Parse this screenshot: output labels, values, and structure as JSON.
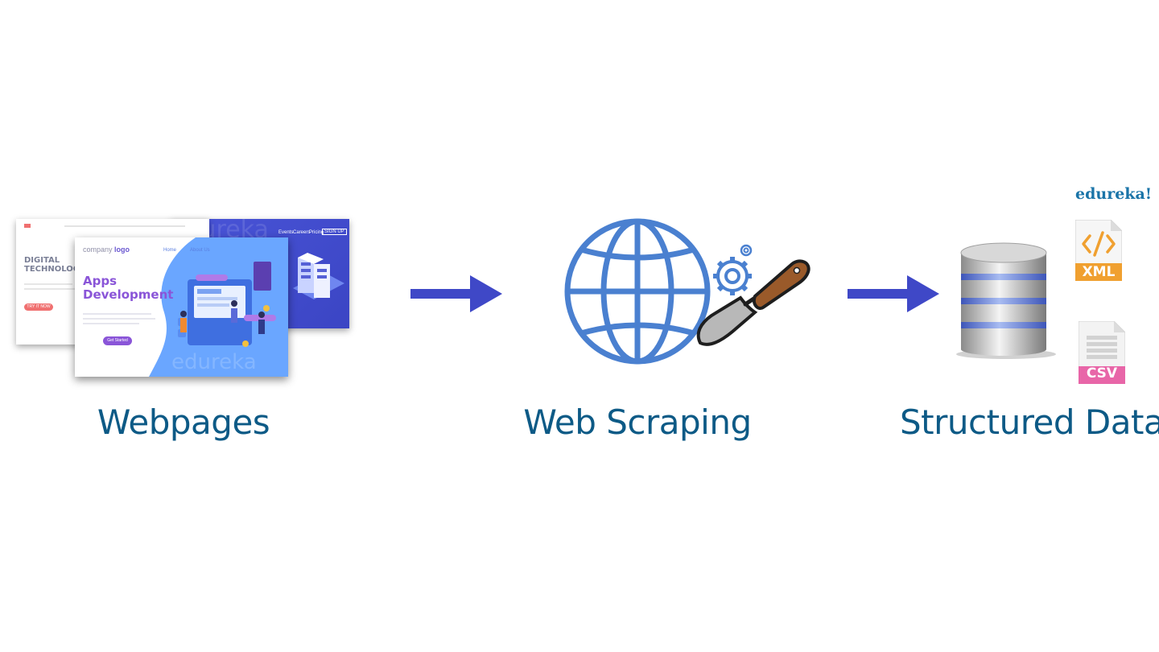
{
  "brand": {
    "name": "edureka!"
  },
  "colors": {
    "arrow": "#3f48c7",
    "globe": "#4a80d0",
    "caption": "#0d5a86",
    "xml": "#f0a030",
    "csv": "#e866a8"
  },
  "steps": [
    {
      "caption": "Webpages"
    },
    {
      "caption": "Web Scraping"
    },
    {
      "caption": "Structured Data"
    }
  ],
  "webpage_mockups": {
    "back_page": {
      "heading": "DIGITAL TECHNOLOGY",
      "button": "TRY IT NOW"
    },
    "front_page": {
      "logo_prefix": "company",
      "logo_word": "logo",
      "nav": [
        "Home",
        "About Us"
      ],
      "headline_line1": "Apps",
      "headline_line2": "Development",
      "cta": "Get Started",
      "watermark": "edureka"
    },
    "right_page": {
      "nav": [
        "Events",
        "Careers",
        "Pricing"
      ],
      "cta": "SIGN UP",
      "watermark": "edureka"
    }
  },
  "files": [
    {
      "label": "XML",
      "icon": "code-icon"
    },
    {
      "label": "CSV",
      "icon": "table-icon"
    }
  ]
}
